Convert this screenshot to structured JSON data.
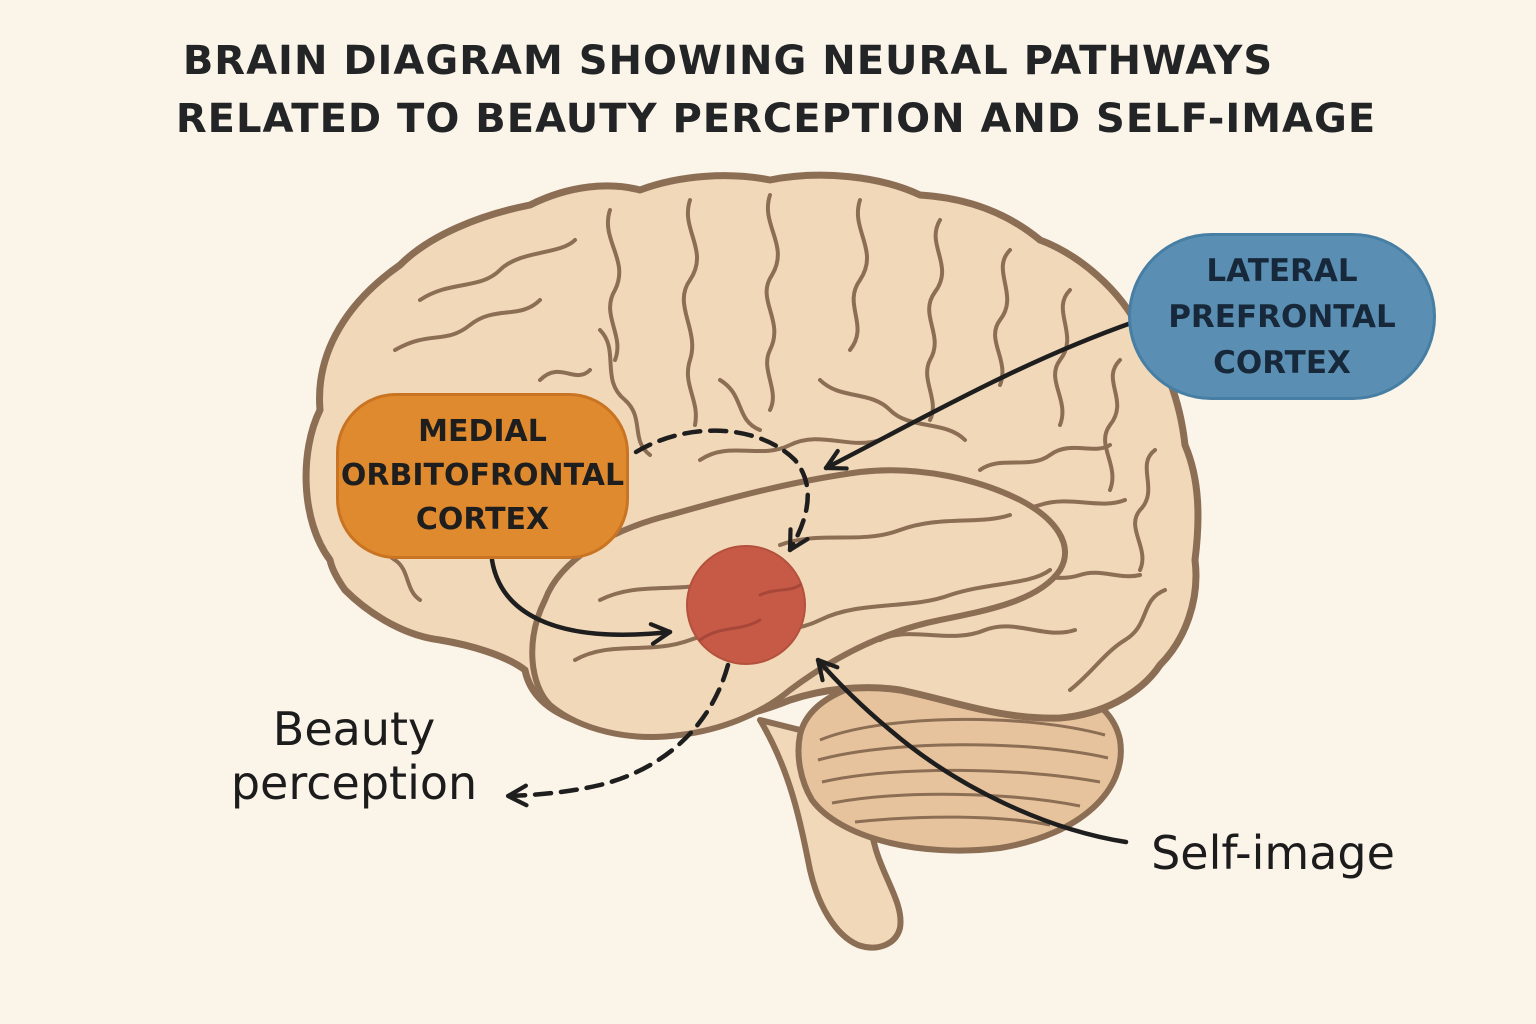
{
  "title": {
    "line1": "BRAIN DIAGRAM SHOWING NEURAL PATHWAYS",
    "line2": "RELATED TO BEAUTY PERCEPTION AND SELF-IMAGE"
  },
  "regions": {
    "mofc": {
      "line1": "MEDIAL",
      "line2": "ORBITOFRONTAL",
      "line3": "CORTEX",
      "color": "#df8a2e"
    },
    "lpfc": {
      "line1": "LATERAL",
      "line2": "PREFRONTAL",
      "line3": "CORTEX",
      "color": "#5a8fb3"
    },
    "central_node_color": "#c65a46"
  },
  "labels": {
    "beauty_line1": "Beauty",
    "beauty_line2": "perception",
    "self_image": "Self-image"
  },
  "colors": {
    "background": "#fbf4e9",
    "brain_fill": "#f1d8b8",
    "brain_outline": "#8c6e55",
    "arrow": "#1e1e1e"
  }
}
